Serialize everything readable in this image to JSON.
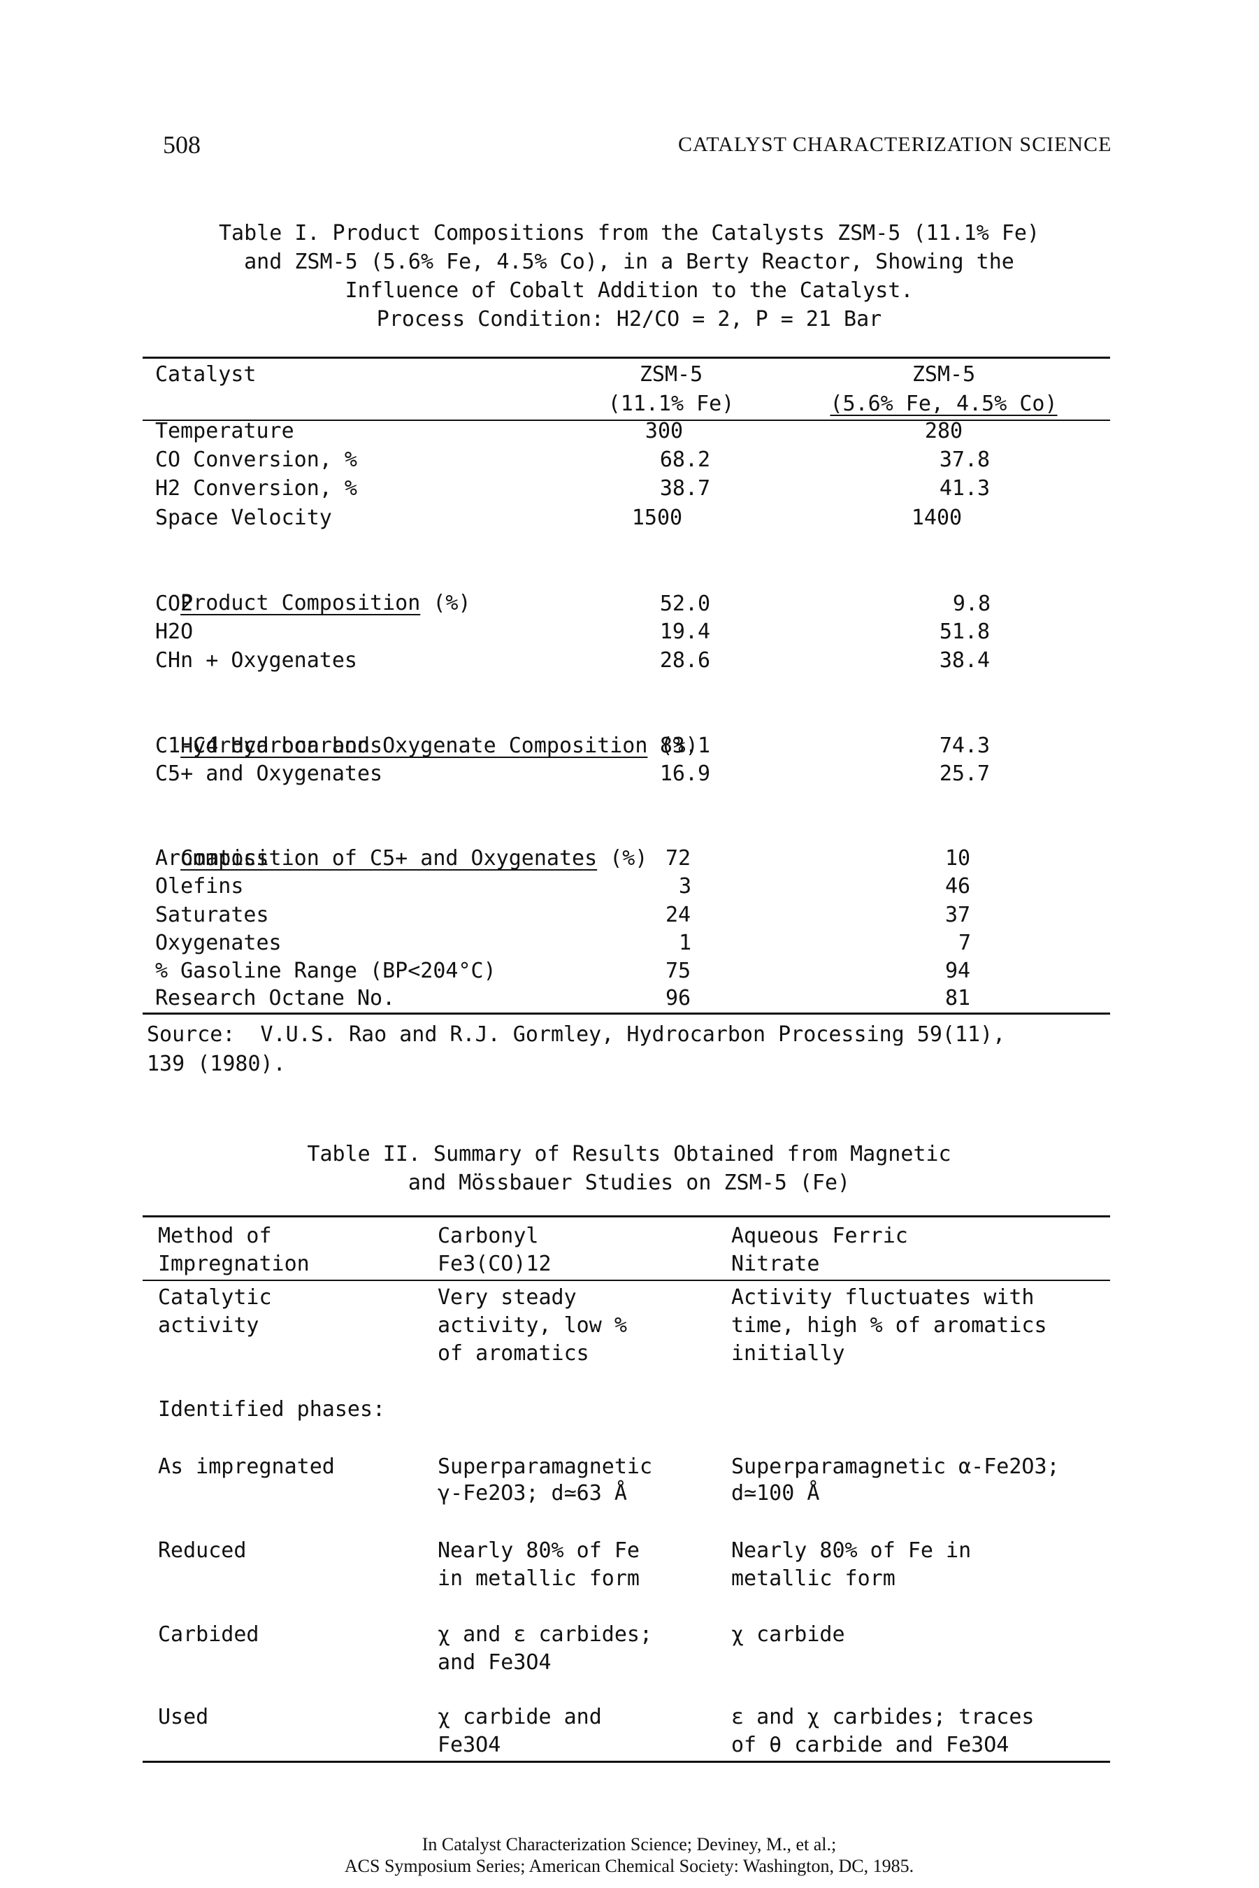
{
  "header": {
    "page_number": "508",
    "running_title": "CATALYST CHARACTERIZATION SCIENCE"
  },
  "table1": {
    "caption_lines": [
      "Table I.  Product Compositions from the Catalysts ZSM-5 (11.1% Fe)",
      "and ZSM-5 (5.6% Fe, 4.5% Co), in a Berty Reactor, Showing the",
      "Influence of Cobalt Addition to the Catalyst.",
      "Process Condition: H2/CO = 2, P = 21 Bar"
    ],
    "header": {
      "catalyst_label": "Catalyst",
      "col1_line1": "ZSM-5",
      "col1_line2": "(11.1% Fe)",
      "col2_line1": "ZSM-5",
      "col2_line2": "(5.6% Fe, 4.5% Co)"
    },
    "rows_main": [
      {
        "label": "Temperature",
        "v1": "300",
        "v2": "280"
      },
      {
        "label": "CO Conversion, %",
        "v1": "68.2",
        "v2": "37.8"
      },
      {
        "label": "H2 Conversion, %",
        "v1": "38.7",
        "v2": "41.3"
      },
      {
        "label": "Space Velocity",
        "v1": "1500",
        "v2": "1400"
      }
    ],
    "section_product": "Product Composition",
    "section_product_unit": "(%)",
    "rows_product": [
      {
        "label": "CO2",
        "v1": "52.0",
        "v2": "9.8"
      },
      {
        "label": "H2O",
        "v1": "19.4",
        "v2": "51.8"
      },
      {
        "label": "CHn + Oxygenates",
        "v1": "28.6",
        "v2": "38.4"
      }
    ],
    "section_hydro": "Hydrocarbon and Oxygenate Composition",
    "section_hydro_unit": "(%)",
    "rows_hydro": [
      {
        "label": "C1-C4 Hydrocarbons",
        "v1": "83.1",
        "v2": "74.3"
      },
      {
        "label": "C5+ and Oxygenates",
        "v1": "16.9",
        "v2": "25.7"
      }
    ],
    "section_c5": "Composition of C5+ and Oxygenates",
    "section_c5_unit": "(%)",
    "rows_c5": [
      {
        "label": "Aromatics",
        "v1": "72",
        "v2": "10"
      },
      {
        "label": "Olefins",
        "v1": "3",
        "v2": "46"
      },
      {
        "label": "Saturates",
        "v1": "24",
        "v2": "37"
      },
      {
        "label": "Oxygenates",
        "v1": "1",
        "v2": "7"
      },
      {
        "label": "% Gasoline Range (BP<204°C)",
        "v1": "75",
        "v2": "94"
      },
      {
        "label": "Research Octane No.",
        "v1": "96",
        "v2": "81"
      }
    ],
    "source_line1": "Source:  V.U.S. Rao and R.J. Gormley, Hydrocarbon Processing 59(11),",
    "source_line2": "139 (1980)."
  },
  "table2": {
    "caption_lines": [
      "Table II.  Summary of Results Obtained from Magnetic",
      "and Mössbauer Studies on ZSM-5 (Fe)"
    ],
    "header": {
      "col0_line1": "Method of",
      "col0_line2": "Impregnation",
      "col1_line1": "Carbonyl",
      "col1_line2": "Fe3(CO)12",
      "col2_line1": "Aqueous Ferric",
      "col2_line2": "Nitrate"
    },
    "catalytic": {
      "label_lines": [
        "Catalytic",
        "activity"
      ],
      "col1_lines": [
        "Very steady",
        "activity, low %",
        "of aromatics"
      ],
      "col2_lines": [
        "Activity fluctuates with",
        "time, high % of aromatics",
        "initially"
      ]
    },
    "identified_phases": "Identified phases:",
    "phases": [
      {
        "label": "As impregnated",
        "col1": [
          "Superparamagnetic",
          "γ-Fe2O3; d≃63 Å"
        ],
        "col2": [
          "Superparamagnetic α-Fe2O3;",
          "d≃100 Å"
        ]
      },
      {
        "label": "Reduced",
        "col1": [
          "Nearly 80% of Fe",
          "in metallic form"
        ],
        "col2": [
          "Nearly 80% of Fe in",
          "metallic form"
        ]
      },
      {
        "label": "Carbided",
        "col1": [
          "χ and ε carbides;",
          "and Fe3O4"
        ],
        "col2": [
          "χ carbide"
        ]
      },
      {
        "label": "Used",
        "col1": [
          "χ carbide and",
          "Fe3O4"
        ],
        "col2": [
          "ε and χ carbides; traces",
          "of θ carbide and Fe3O4"
        ]
      }
    ]
  },
  "footer": {
    "line1": "In Catalyst Characterization Science; Deviney, M., et al.;",
    "line2": "ACS Symposium Series; American Chemical Society: Washington, DC, 1985."
  }
}
